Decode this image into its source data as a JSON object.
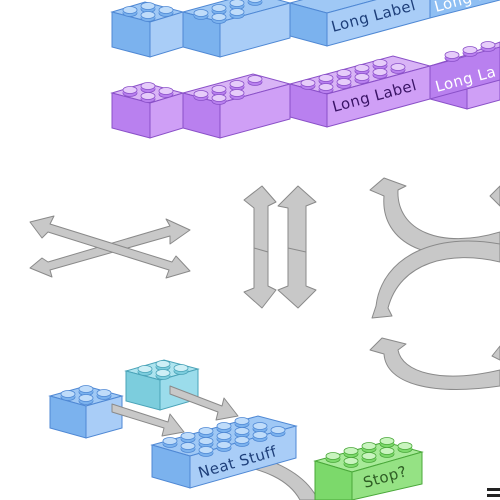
{
  "colors": {
    "blue": {
      "top": "#9fc8f5",
      "left": "#7bb2ee",
      "right": "#a9cdf7",
      "stroke": "#4f88d4",
      "text": "#1e3f7a"
    },
    "purple": {
      "top": "#d9b4f6",
      "left": "#b980ef",
      "right": "#cf9ff6",
      "stroke": "#8a50c8",
      "text": "#ffffff"
    },
    "teal": {
      "top": "#aee4ef",
      "left": "#7ccddd",
      "right": "#9bdceb",
      "stroke": "#4aa3b8",
      "text": "#1b5566"
    },
    "green": {
      "top": "#a7ea98",
      "left": "#7cd96b",
      "right": "#95e284",
      "stroke": "#4aa83a",
      "text": "#2e5d24"
    },
    "arrow_fill": "#c8c8c8",
    "arrow_stroke": "#8a8a8a"
  },
  "labels": {
    "row1_long_label": "Long Label",
    "row1_long_label_cut": "Long La",
    "row2_long_label": "Long Label",
    "row2_long_label_cut": "Long La",
    "neat_stuff": "Neat Stuff",
    "stop": "Stop?"
  },
  "icons": {
    "cross_arrows": "crossing-double-arrows-icon",
    "vertical_arrows": "up-down-arrows-icon",
    "loop_arrows": "looping-cross-arrows-icon"
  }
}
